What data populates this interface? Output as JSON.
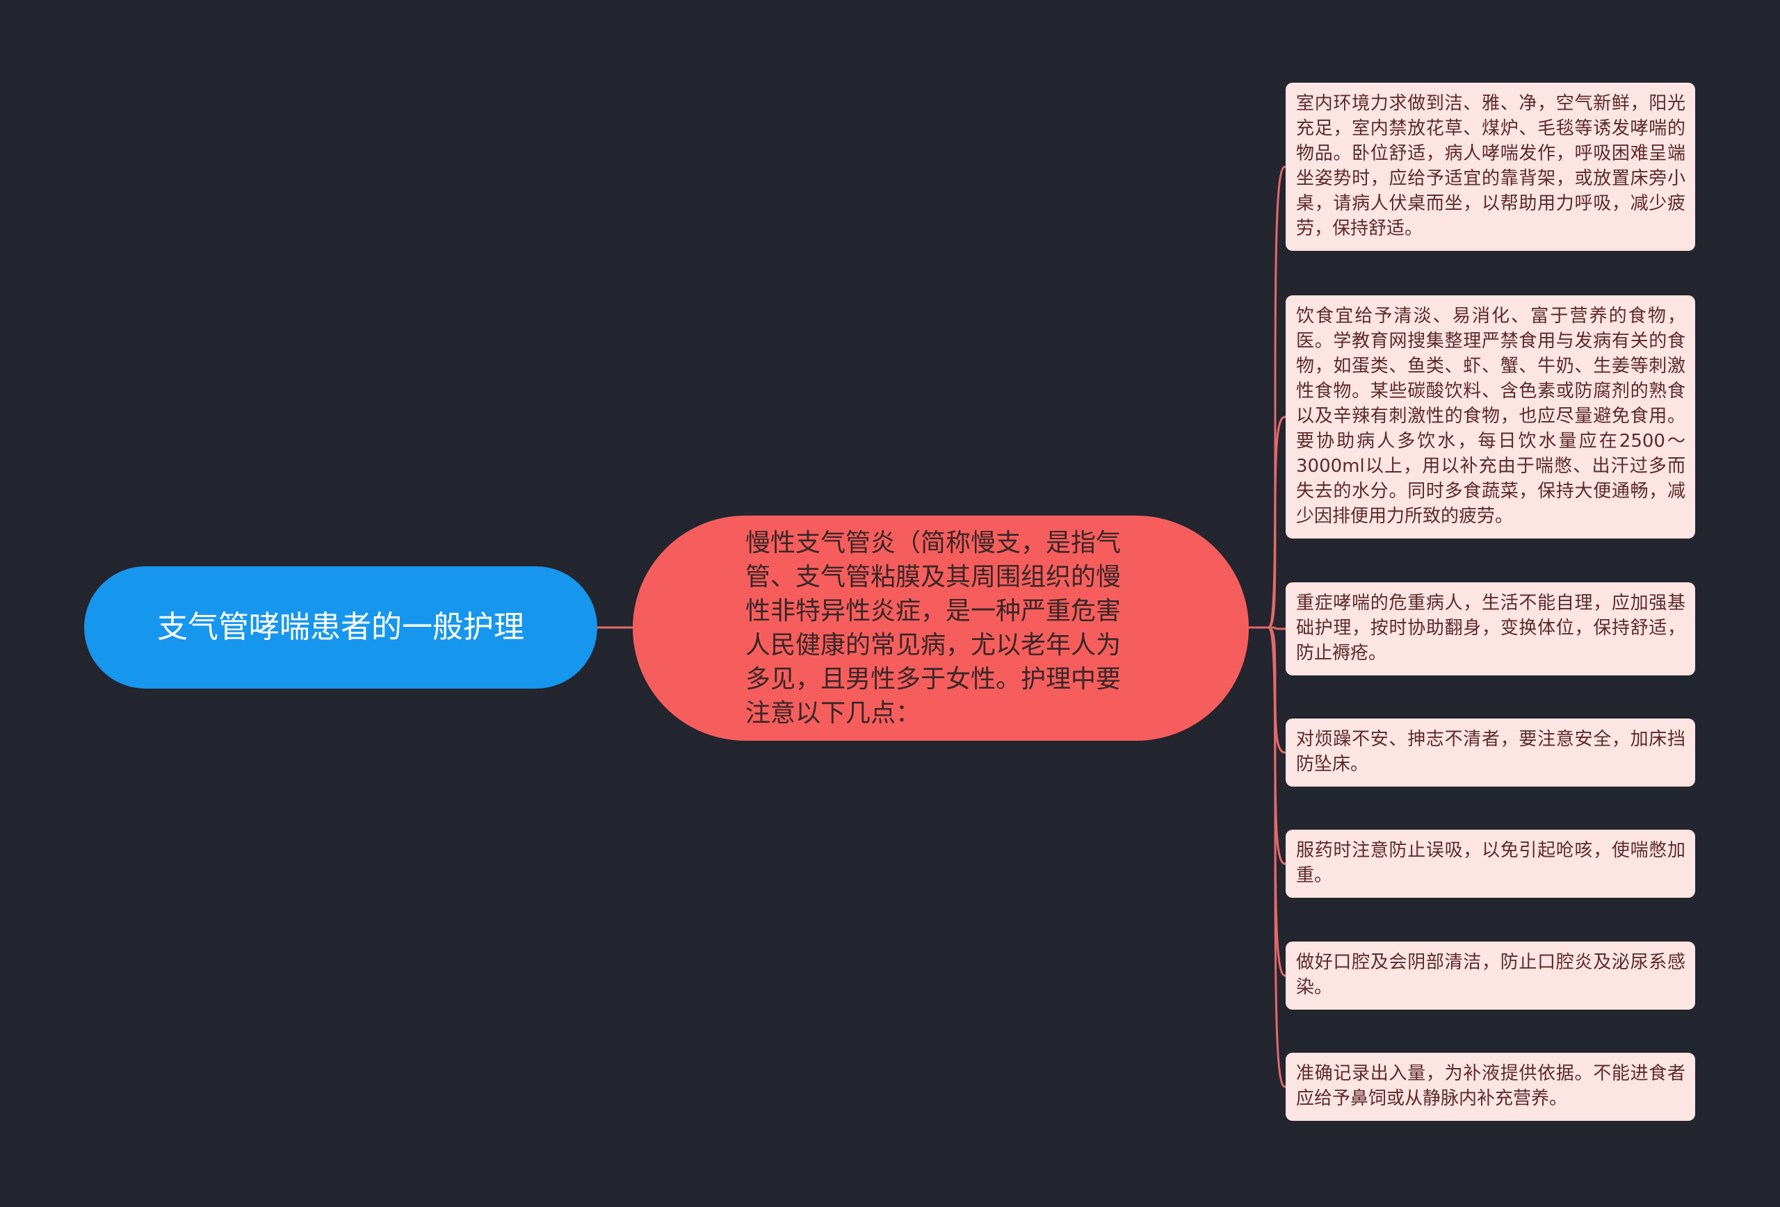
{
  "root": {
    "label": "支气管哮喘患者的一般护理"
  },
  "main": {
    "label": "慢性支气管炎（简称慢支，是指气管、支气管粘膜及其周围组织的慢性非特异性炎症，是一种严重危害人民健康的常见病，尤以老年人为多见，且男性多于女性。护理中要注意以下几点："
  },
  "leaves": [
    {
      "text": "室内环境力求做到洁、雅、净，空气新鲜，阳光充足，室内禁放花草、煤炉、毛毯等诱发哮喘的物品。卧位舒适，病人哮喘发作，呼吸困难呈端坐姿势时，应给予适宜的靠背架，或放置床旁小桌，请病人伏桌而坐，以帮助用力呼吸，减少疲劳，保持舒适。"
    },
    {
      "text": "饮食宜给予清淡、易消化、富于营养的食物，医。学教育网搜集整理严禁食用与发病有关的食物，如蛋类、鱼类、虾、蟹、牛奶、生姜等刺激性食物。某些碳酸饮料、含色素或防腐剂的熟食以及辛辣有刺激性的食物，也应尽量避免食用。要协助病人多饮水，每日饮水量应在2500～3000ml以上，用以补充由于喘憋、出汗过多而失去的水分。同时多食蔬菜，保持大便通畅，减少因排便用力所致的疲劳。"
    },
    {
      "text": "重症哮喘的危重病人，生活不能自理，应加强基础护理，按时协助翻身，变换体位，保持舒适，防止褥疮。"
    },
    {
      "text": "对烦躁不安、抻志不清者，要注意安全，加床挡防坠床。"
    },
    {
      "text": "服药时注意防止误吸，以免引起呛咳，使喘憋加重。"
    },
    {
      "text": "做好口腔及会阴部清洁，防止口腔炎及泌尿系感染。"
    },
    {
      "text": "准确记录出入量，为补液提供依据。不能进食者应给予鼻饲或从静脉内补充营养。"
    }
  ],
  "colors": {
    "background": "#23252f",
    "root_fill": "#1796ee",
    "main_fill": "#f65e5e",
    "leaf_fill": "#fde5e4",
    "connector": "#e36a6a"
  }
}
